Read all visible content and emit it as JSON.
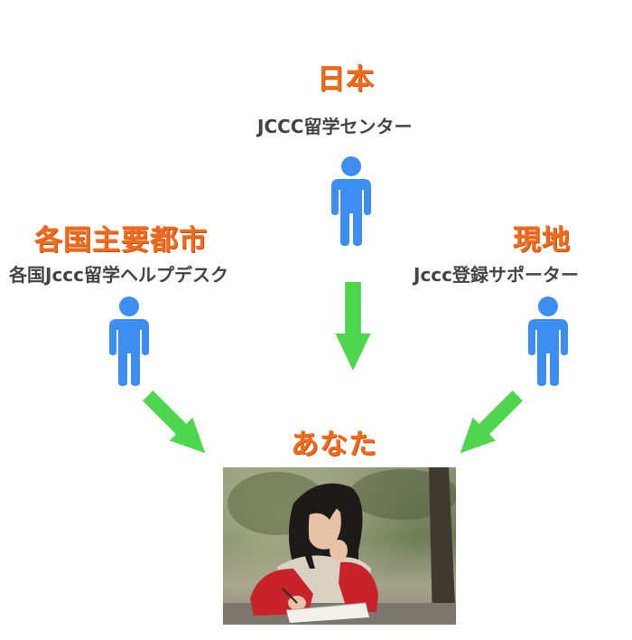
{
  "nodes": {
    "center": {
      "title": "日本",
      "subtitle": "JCCC留学センター"
    },
    "left": {
      "title": "各国主要都市",
      "subtitle": "各国Jccc留学ヘルプデスク"
    },
    "right": {
      "title": "現地",
      "subtitle": "Jccc登録サポーター"
    },
    "target": {
      "title": "あなた"
    }
  },
  "colors": {
    "title": "#f26a1b",
    "subtitle": "#444444",
    "person": "#3d8ef2",
    "arrow": "#4fd64f"
  },
  "icons": [
    "person-icon",
    "arrow-down-icon"
  ]
}
